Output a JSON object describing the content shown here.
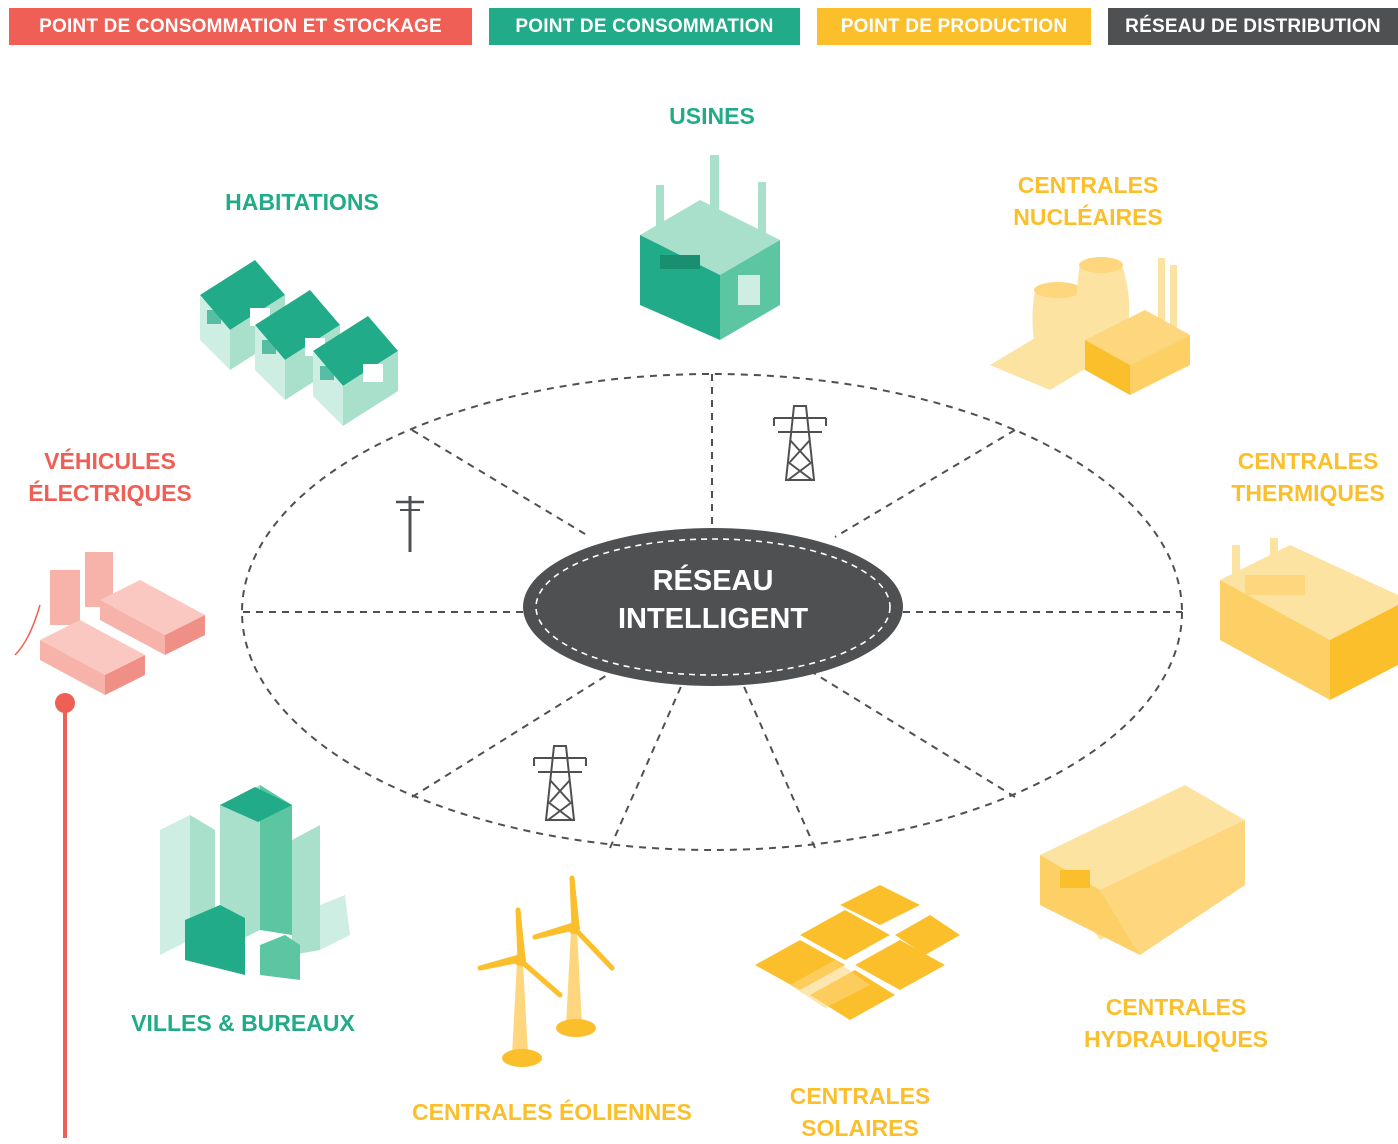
{
  "colors": {
    "storage": "#ef5f55",
    "consumption": "#22ab88",
    "production": "#fbbf2c",
    "network": "#4f5052",
    "storage_light": "#f7b2aa",
    "consumption_light": "#a9e0cc",
    "production_light": "#fde3a2"
  },
  "legend": [
    {
      "label": "POINT DE CONSOMMATION ET STOCKAGE",
      "color": "#ef5f55"
    },
    {
      "label": "POINT DE CONSOMMATION",
      "color": "#22ab88"
    },
    {
      "label": "POINT DE PRODUCTION",
      "color": "#fbbf2c"
    },
    {
      "label": "RÉSEAU DE DISTRIBUTION",
      "color": "#4f5052"
    }
  ],
  "center": {
    "line1": "RÉSEAU",
    "line2": "INTELLIGENT"
  },
  "nodes": {
    "usines": {
      "line1": "USINES",
      "icon": "factory-icon"
    },
    "habitations": {
      "line1": "HABITATIONS",
      "icon": "houses-icon"
    },
    "nucleaires": {
      "line1": "CENTRALES",
      "line2": "NUCLÉAIRES",
      "icon": "nuclear-plant-icon"
    },
    "vehicules": {
      "line1": "VÉHICULES",
      "line2": "ÉLECTRIQUES",
      "icon": "electric-cars-icon"
    },
    "thermiques": {
      "line1": "CENTRALES",
      "line2": "THERMIQUES",
      "icon": "thermal-plant-icon"
    },
    "villes": {
      "line1": "VILLES & BUREAUX",
      "icon": "city-buildings-icon"
    },
    "eoliennes": {
      "line1": "CENTRALES ÉOLIENNES",
      "icon": "wind-turbines-icon"
    },
    "solaires": {
      "line1": "CENTRALES",
      "line2": "SOLAIRES",
      "icon": "solar-panels-icon"
    },
    "hydrauliques": {
      "line1": "CENTRALES",
      "line2": "HYDRAULIQUES",
      "icon": "hydro-dam-icon"
    }
  }
}
